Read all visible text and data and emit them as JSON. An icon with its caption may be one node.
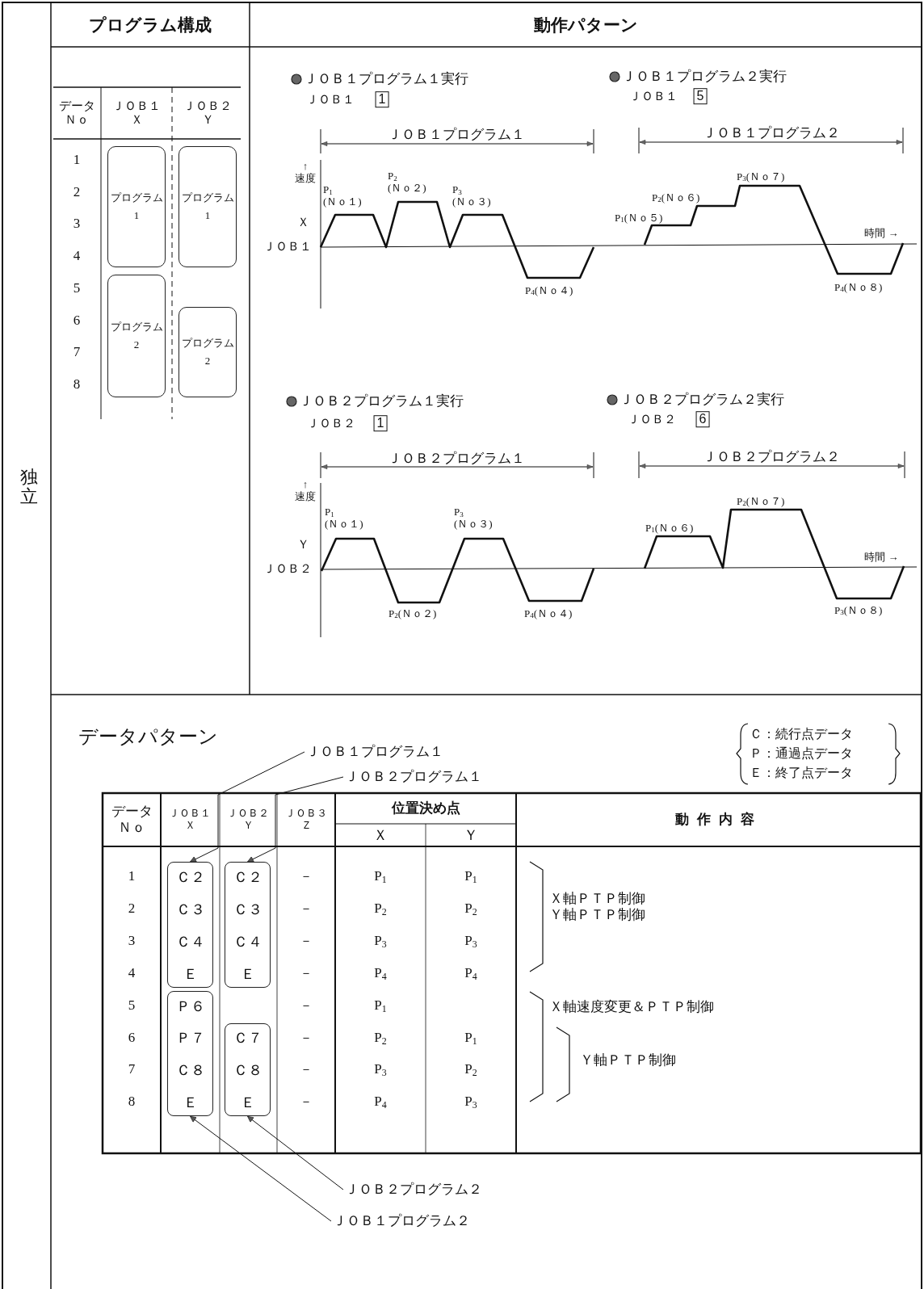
{
  "diagram": {
    "nodes": [
      {
        "text": [
          "プログラム1"
        ]
      },
      {
        "text": [
          "プログラム1"
        ]
      },
      {
        "text": [
          "プログラム2"
        ]
      },
      {
        "text": [
          "プログラム2"
        ]
      },
      {
        "text": [
          "ＪＯＢ１プログラム１"
        ]
      },
      {
        "text": [
          "ＪＯＢ２プログラム１"
        ]
      },
      {
        "text": [
          "Ｃ２",
          "Ｃ３",
          "Ｃ４",
          "Ｅ"
        ]
      },
      {
        "text": [
          "Ｃ２",
          "Ｃ３",
          "Ｃ４",
          "Ｅ"
        ]
      },
      {
        "text": [
          "Ｐ６",
          "Ｐ７",
          "Ｃ８",
          "Ｅ"
        ]
      },
      {
        "text": [
          "Ｃ７",
          "Ｃ８",
          "Ｅ"
        ]
      },
      {
        "text": [
          "ＪＯＢ２プログラム２"
        ]
      },
      {
        "text": [
          "ＪＯＢ１プログラム２"
        ]
      }
    ],
    "edges": [
      {
        "from": 4,
        "to": 6,
        "arrow": "to"
      },
      {
        "from": 5,
        "to": 7,
        "arrow": "to"
      },
      {
        "from": 10,
        "to": 9,
        "arrow": "to"
      },
      {
        "from": 11,
        "to": 8,
        "arrow": "to"
      }
    ],
    "labels": [
      "独立",
      "プログラム構成",
      "動作パターン",
      "データＮｏ",
      "ＪＯＢ１Ｘ",
      "ＪＯＢ２Ｙ",
      "1",
      "2",
      "3",
      "4",
      "5",
      "6",
      "7",
      "8",
      "ＪＯＢ１プログラム１実行",
      "ＪＯＢ１",
      "1",
      "ＪＯＢ１プログラム２実行",
      "ＪＯＢ１",
      "5",
      "ＪＯＢ１プログラム１",
      "ＪＯＢ１プログラム２",
      "↑ 速度",
      "P$_{1}$ (Ｎｏ１)",
      "P$_{2}$ (Ｎｏ２)",
      "P$_{3}$ (Ｎｏ３)",
      "Ｘ",
      "ＪＯＢ１",
      "P$_{1}$(Ｎｏ５)",
      "P$_{2}$(Ｎｏ６)",
      "P$_{3}$(Ｎｏ７)",
      "時間 →",
      "P$_{4}$(Ｎｏ４)",
      "P$_{4}$(Ｎｏ８)",
      "ＪＯＢ２プログラム１実行",
      "ＪＯＢ２",
      "1",
      "ＪＯＢ２プログラム２実行",
      "ＪＯＢ２",
      "6",
      "ＪＯＢ２プログラム１",
      "ＪＯＢ２プログラム２",
      "↑ 速度",
      "P$_{1}$ (Ｎｏ１)",
      "P$_{3}$ (Ｎｏ３)",
      "P$_{2}$(Ｎｏ７)",
      "P$_{1}$(Ｎｏ６)",
      "Ｙ",
      "ＪＯＢ２",
      "時間 →",
      "P$_{2}$(Ｎｏ２)",
      "P$_{4}$(Ｎｏ４)",
      "P$_{3}$(Ｎｏ８)",
      "データパターン",
      "Ｃ：続行点データ",
      "Ｐ：通過点データ",
      "Ｅ：終了点データ",
      "データＮｏ",
      "ＪＯＢ１Ｘ",
      "ＪＯＢ２Ｙ",
      "ＪＯＢ３Ｚ",
      "位置決め点",
      "動作内容",
      "Ｘ",
      "Ｙ",
      "1",
      "－",
      "P$_{1}$",
      "P$_{1}$",
      "2",
      "－",
      "P$_{2}$",
      "P$_{2}$",
      "3",
      "－",
      "P$_{3}$",
      "P$_{3}$",
      "4",
      "－",
      "P$_{4}$",
      "P$_{4}$",
      "5",
      "－",
      "P$_{1}$",
      "6",
      "－",
      "P$_{2}$",
      "P$_{1}$",
      "7",
      "－",
      "P$_{3}$",
      "P$_{2}$",
      "8",
      "－",
      "P$_{4}$",
      "P$_{3}$",
      "Ｘ軸ＰＴＰ制御Ｙ軸ＰＴＰ制御",
      "Ｘ軸速度変更＆ＰＴＰ制御",
      "Ｙ軸ＰＴＰ制御"
    ]
  }
}
